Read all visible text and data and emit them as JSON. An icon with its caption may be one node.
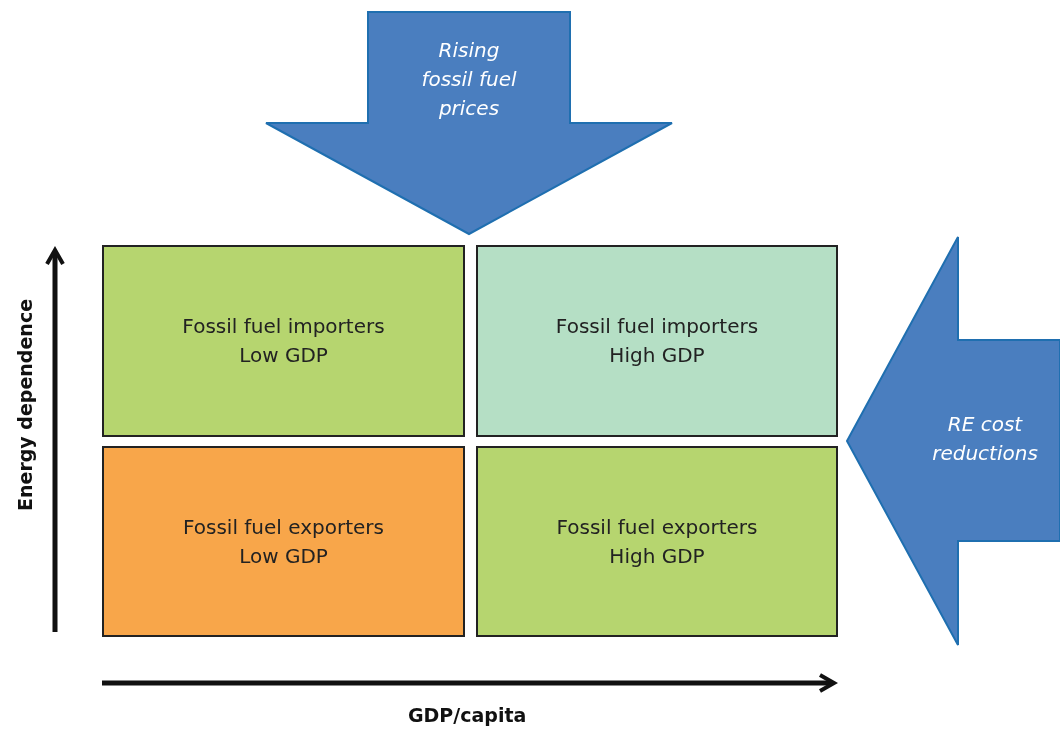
{
  "diagram": {
    "nodes": [
      {
        "text": [
          "Rising fossil fuel prices"
        ]
      },
      {
        "text": [
          "RE cost reductions"
        ]
      },
      {
        "text": [
          "Fossil fuel importers Low GDP"
        ]
      },
      {
        "text": [
          "Fossil fuel importers High GDP"
        ]
      },
      {
        "text": [
          "Fossil fuel exporters Low GDP"
        ]
      },
      {
        "text": [
          "Fossil fuel exporters High GDP"
        ]
      }
    ],
    "edges": [],
    "labels": [
      "Energy dependence",
      "GDP/capita"
    ]
  }
}
